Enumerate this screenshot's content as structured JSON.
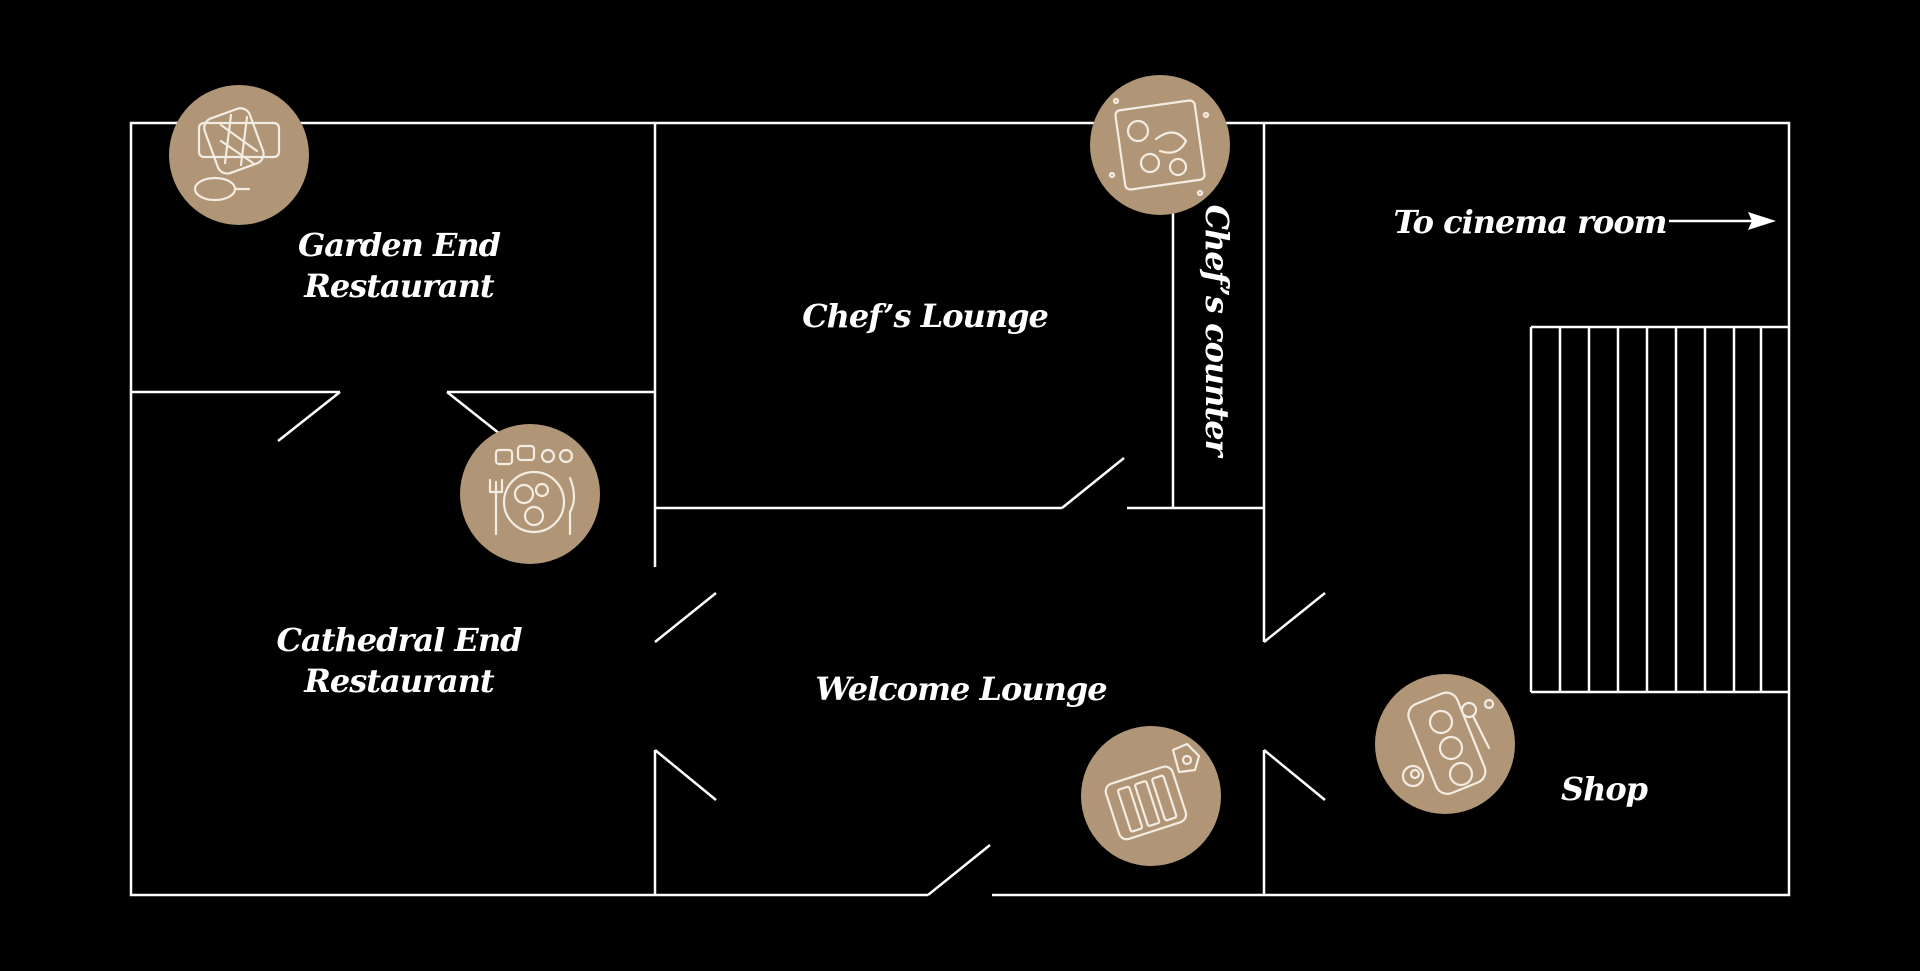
{
  "colors": {
    "background": "#000000",
    "walls": "#ffffff",
    "icon_badge": "#b09676",
    "icon_line": "#f3ece2"
  },
  "rooms": {
    "garden_end": {
      "line1": "Garden End",
      "line2": "Restaurant"
    },
    "cathedral_end": {
      "line1": "Cathedral End",
      "line2": "Restaurant"
    },
    "chefs_lounge": "Chef’s Lounge",
    "chefs_counter": "Chef’s counter",
    "welcome_lounge": "Welcome Lounge",
    "shop": "Shop"
  },
  "directions": {
    "cinema": "To cinema room"
  },
  "icons": [
    "waffle-plate-icon",
    "seafood-platter-icon",
    "breakfast-plate-icon",
    "sandwich-board-icon",
    "donut-tray-icon"
  ]
}
